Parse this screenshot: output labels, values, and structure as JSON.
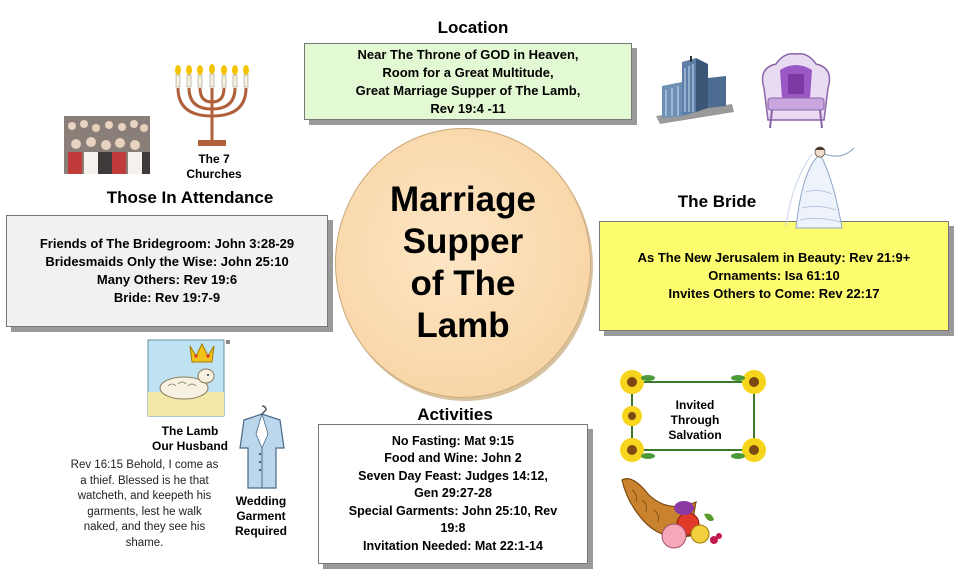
{
  "center": {
    "lines": [
      "Marriage",
      "Supper",
      "of The",
      "Lamb"
    ]
  },
  "location": {
    "heading": "Location",
    "lines": [
      "Near The Throne of GOD in Heaven,",
      "Room for a Great Multitude,",
      "Great Marriage Supper of The Lamb,",
      "Rev 19:4 -11"
    ],
    "fill": "#e3f9d3"
  },
  "attendance": {
    "heading": "Those In Attendance",
    "lines": [
      "Friends of The Bridegroom: John 3:28-29",
      "Bridesmaids Only the Wise: John 25:10",
      "Many Others: Rev 19:6",
      "Bride: Rev 19:7-9"
    ],
    "fill": "#f2f0f3"
  },
  "bride": {
    "heading": "The Bride",
    "lines": [
      "As The New Jerusalem in Beauty: Rev 21:9+",
      "Ornaments: Isa 61:10",
      "Invites Others to Come: Rev 22:17"
    ],
    "fill": "#fdfb6e"
  },
  "activities": {
    "heading": "Activities",
    "lines": [
      "No Fasting: Mat 9:15",
      "Food and Wine: John 2",
      "Seven Day Feast: Judges 14:12,",
      "Gen 29:27-28",
      "Special Garments: John 25:10, Rev",
      "19:8",
      "Invitation Needed: Mat 22:1-14"
    ],
    "fill": "#ffffff"
  },
  "captions": {
    "churches": [
      "The 7",
      "Churches"
    ],
    "lamb": [
      "The Lamb",
      "Our Husband"
    ],
    "garment": [
      "Wedding",
      "Garment",
      "Required"
    ],
    "invited": [
      "Invited",
      "Through",
      "Salvation"
    ]
  },
  "quote": [
    "Rev 16:15 Behold, I come as",
    "a thief. Blessed is he that",
    "watcheth, and keepeth his",
    "garments, lest he walk",
    "naked, and they see his",
    "shame."
  ],
  "icons": [
    "crowd-image",
    "menorah-icon",
    "city-building-icon",
    "throne-icon",
    "bride-icon",
    "lamb-crown-icon",
    "wedding-garment-icon",
    "sunflower-frame-icon",
    "cornucopia-icon"
  ]
}
